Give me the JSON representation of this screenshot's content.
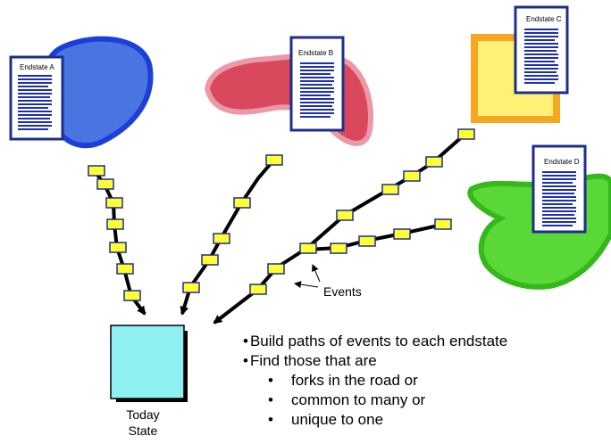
{
  "endstates": [
    {
      "label": "Endstate A",
      "shape_color": "#4a74e0",
      "outline_color": "#1c3fd9"
    },
    {
      "label": "Endstate B",
      "shape_color": "#d9485d",
      "outline_color": "#ea9aa6"
    },
    {
      "label": "Endstate C",
      "shape_color": "#fff176",
      "outline_color": "#f5a623"
    },
    {
      "label": "Endstate D",
      "shape_color": "#5ad838",
      "outline_color": "#34b81c"
    }
  ],
  "today_state": {
    "line1": "Today",
    "line2": "State",
    "color": "#8ef0f0"
  },
  "events_label": "Events",
  "event_box_color": "#ffff33",
  "bullets": {
    "b1": "Build paths of events to each endstate",
    "b2": "Find those that are",
    "s1": "forks in the road or",
    "s2": "common to many or",
    "s3": "unique to one"
  }
}
